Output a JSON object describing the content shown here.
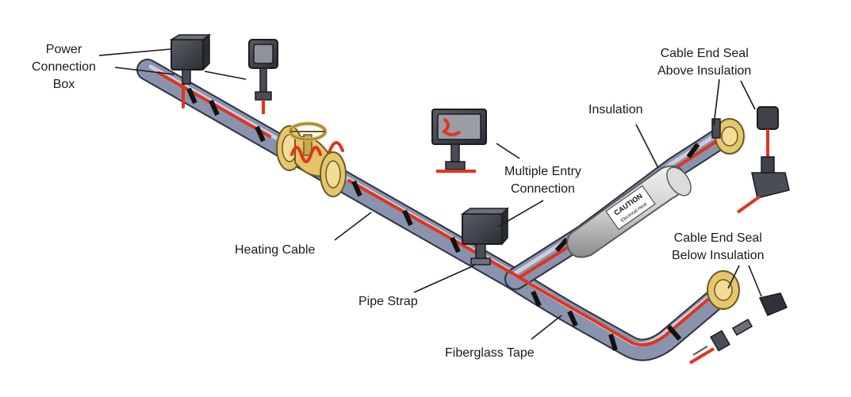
{
  "labels": {
    "power_connection_box": [
      "Power",
      "Connection",
      "Box"
    ],
    "heating_cable": [
      "Heating Cable"
    ],
    "pipe_strap": [
      "Pipe Strap"
    ],
    "fiberglass_tape": [
      "Fiberglass Tape"
    ],
    "multiple_entry_connection": [
      "Multiple Entry",
      "Connection"
    ],
    "insulation": [
      "Insulation"
    ],
    "cable_end_seal_above": [
      "Cable End Seal",
      "Above Insulation"
    ],
    "cable_end_seal_below": [
      "Cable End Seal",
      "Below Insulation"
    ],
    "caution_label": [
      "CAUTION",
      "Electrical Heat"
    ]
  },
  "colors": {
    "pipe": "#8a93ad",
    "pipe_outline": "#2f3340",
    "heating_cable": "#e1341e",
    "tape": "#121212",
    "flange": "#e6c66e",
    "insulation": "#c8c8c8",
    "box": "#3a3c42"
  },
  "icons": {
    "box": "junction-box-icon",
    "valve": "gate-valve-icon",
    "seal": "end-seal-icon"
  }
}
